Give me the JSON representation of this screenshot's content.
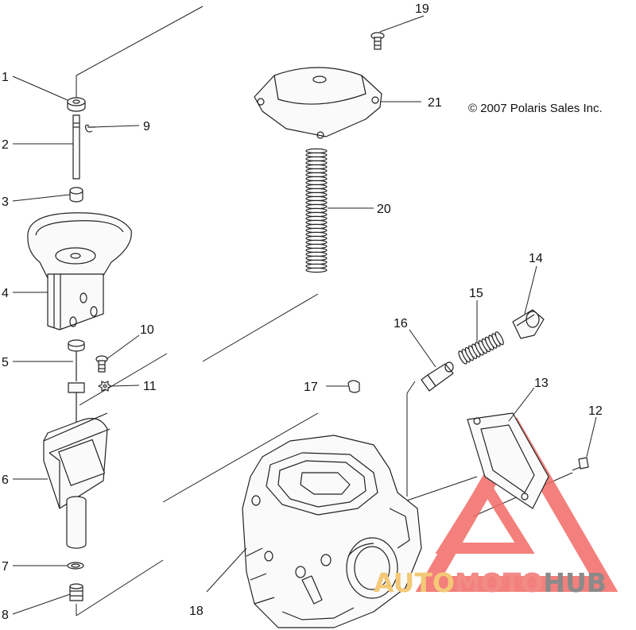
{
  "copyright": "© 2007 Polaris Sales Inc.",
  "callouts": {
    "c1": "1",
    "c2": "2",
    "c3": "3",
    "c4": "4",
    "c5": "5",
    "c6": "6",
    "c7": "7",
    "c8": "8",
    "c9": "9",
    "c10": "10",
    "c11": "11",
    "c12": "12",
    "c13": "13",
    "c14": "14",
    "c15": "15",
    "c16": "16",
    "c17": "17",
    "c18": "18",
    "c19": "19",
    "c20": "20",
    "c21": "21"
  },
  "watermark": {
    "part1": "AUTO",
    "part2": "MOTO",
    "part3": "HUB",
    "colors": {
      "auto": "#f3c978",
      "moto": "#f28a86",
      "hub": "#8a8a8a",
      "triangle": "#f26b66"
    }
  }
}
